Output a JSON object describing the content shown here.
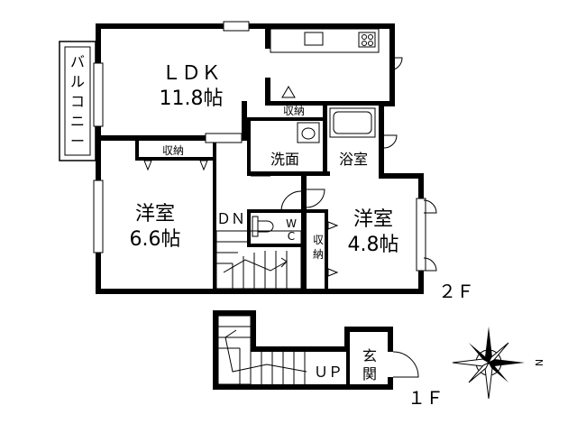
{
  "rooms": {
    "ldk": {
      "name": "ＬＤＫ",
      "size": "11.8帖"
    },
    "western_1": {
      "name": "洋室",
      "size": "6.6帖"
    },
    "western_2": {
      "name": "洋室",
      "size": "4.8帖"
    },
    "storage_1": "収納",
    "storage_2": "収納",
    "storage_3": [
      "収",
      "納"
    ],
    "washroom": "洗面",
    "bathroom": "浴室",
    "wc": [
      "W",
      "C"
    ],
    "down": "ＤＮ",
    "up": "ＵＰ",
    "entrance": [
      "玄",
      "関"
    ],
    "balcony": [
      "バ",
      "ル",
      "コ",
      "ニ",
      "ー"
    ]
  },
  "floors": {
    "second": "２Ｆ",
    "first": "１Ｆ"
  },
  "compass": {
    "north": "N"
  }
}
